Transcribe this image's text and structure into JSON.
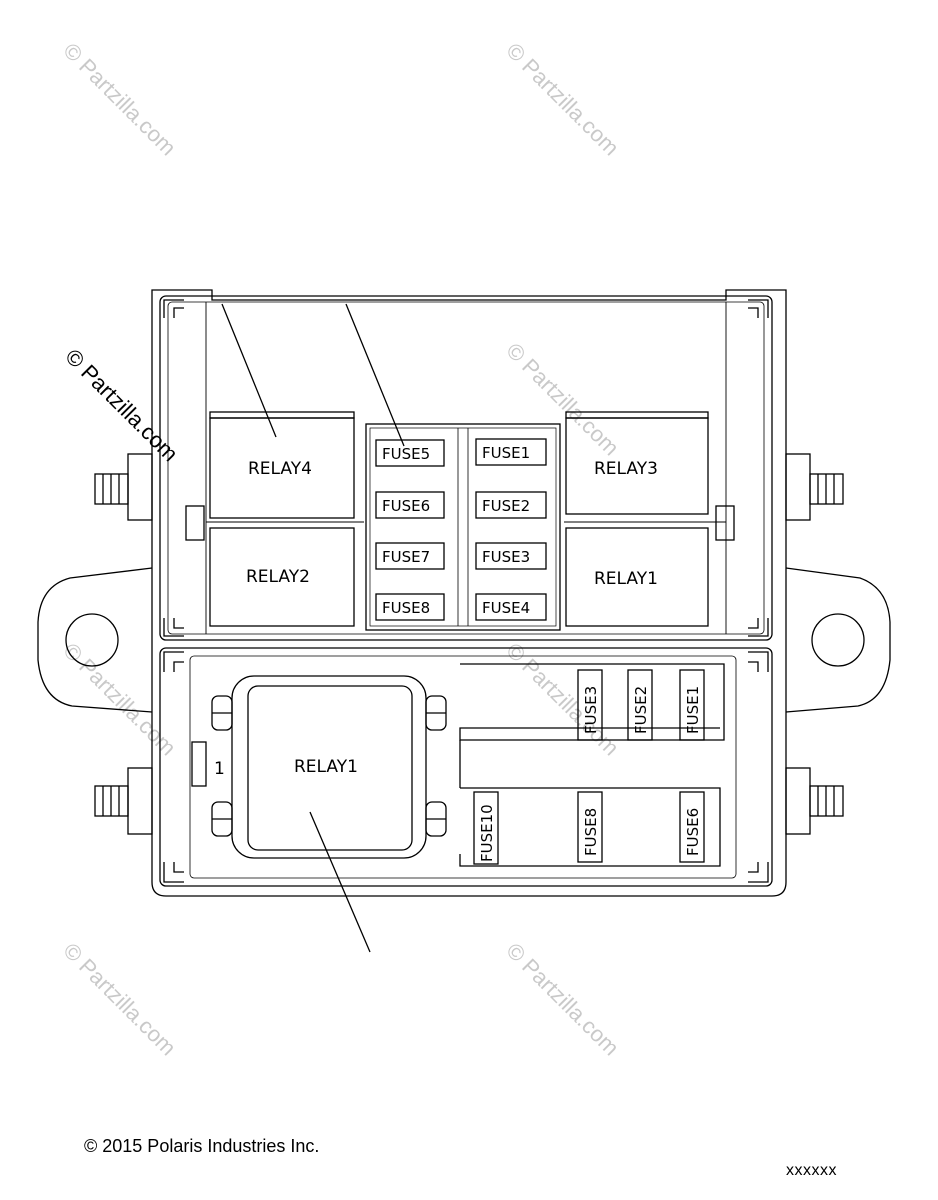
{
  "watermark_text": "© Partzilla.com",
  "top_box": {
    "relays": [
      {
        "id": "relay4",
        "label": "RELAY4"
      },
      {
        "id": "relay3",
        "label": "RELAY3"
      },
      {
        "id": "relay2",
        "label": "RELAY2"
      },
      {
        "id": "relay1_top",
        "label": "RELAY1"
      }
    ],
    "fuses_left": [
      "FUSE5",
      "FUSE6",
      "FUSE7",
      "FUSE8"
    ],
    "fuses_right": [
      "FUSE1",
      "FUSE2",
      "FUSE3",
      "FUSE4"
    ]
  },
  "bottom_box": {
    "relay_label": "RELAY1",
    "marker": "1",
    "fuses_top": [
      "FUSE3",
      "FUSE2",
      "FUSE1"
    ],
    "fuses_bottom": [
      "FUSE10",
      "FUSE8",
      "FUSE6"
    ]
  },
  "footer": {
    "copyright": "© 2015 Polaris Industries Inc.",
    "code": "xxxxxx"
  }
}
